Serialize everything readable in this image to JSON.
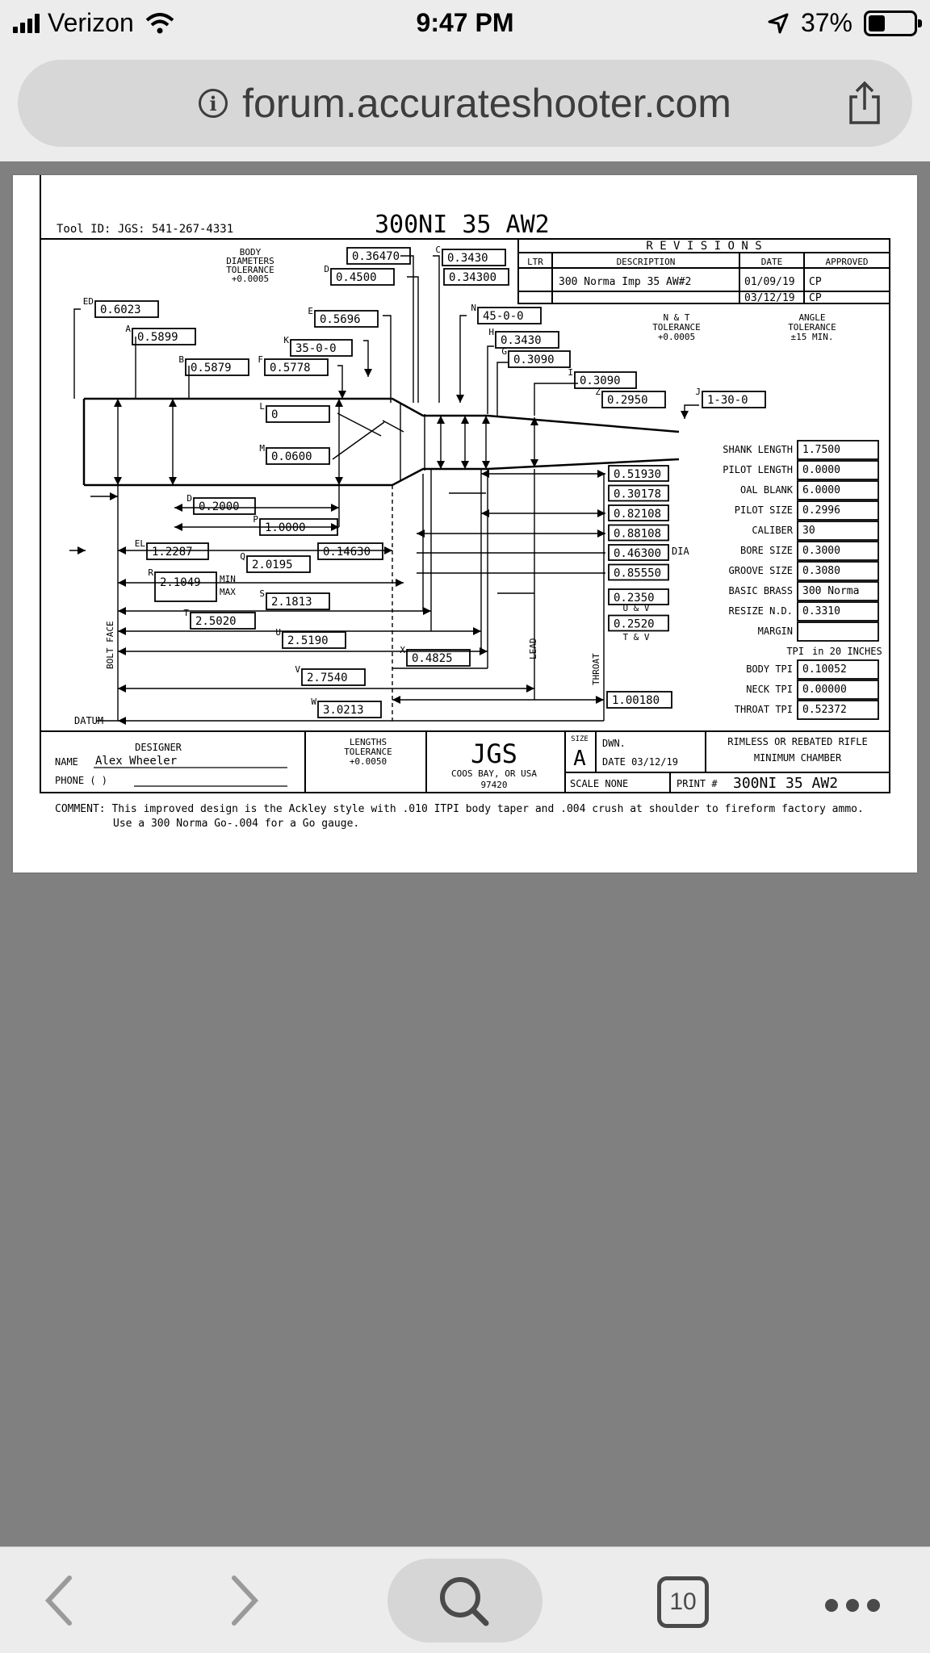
{
  "status_bar": {
    "carrier": "Verizon",
    "time": "9:47 PM",
    "battery_text": "37%",
    "battery_level": 0.37
  },
  "browser": {
    "url": "forum.accurateshooter.com",
    "tab_count": "10"
  },
  "drawing": {
    "tool_id": "Tool ID: JGS: 541-267-4331",
    "title": "300NI 35 AW2",
    "body_tol": [
      "BODY",
      "DIAMETERS",
      "TOLERANCE",
      "+0.0005"
    ],
    "revisions": {
      "header": "R E V I S I O N S",
      "columns": [
        "LTR",
        "DESCRIPTION",
        "DATE",
        "APPROVED"
      ],
      "rows": [
        {
          "ltr": "",
          "desc": "300 Norma Imp 35 AW#2",
          "date": "01/09/19",
          "appr": "CP"
        },
        {
          "ltr": "",
          "desc": "",
          "date": "03/12/19",
          "appr": "CP"
        }
      ]
    },
    "nt_tol": [
      "N & T",
      "TOLERANCE",
      "+0.0005"
    ],
    "angle_tol": [
      "ANGLE",
      "TOLERANCE",
      "±15 MIN."
    ],
    "dims": {
      "ed": {
        "letter": "ED",
        "value": "0.6023"
      },
      "a": {
        "letter": "A",
        "value": "0.5899"
      },
      "b": {
        "letter": "B",
        "value": "0.5879"
      },
      "f": {
        "letter": "F",
        "value": "0.5778"
      },
      "c1": {
        "letter": "",
        "value": "0.36470"
      },
      "c": {
        "letter": "C",
        "value": "0.3430"
      },
      "d1": {
        "letter": "D",
        "value": "0.4500"
      },
      "c2": {
        "letter": "",
        "value": "0.34300"
      },
      "e": {
        "letter": "E",
        "value": "0.5696"
      },
      "k": {
        "letter": "K",
        "value": "35-0-0"
      },
      "n": {
        "letter": "N",
        "value": "45-0-0"
      },
      "h": {
        "letter": "H",
        "value": "0.3430"
      },
      "g": {
        "letter": "G",
        "value": "0.3090"
      },
      "i": {
        "letter": "I",
        "value": "0.3090"
      },
      "z": {
        "letter": "Z",
        "value": "0.2950"
      },
      "j": {
        "letter": "J",
        "value": "1-30-0"
      },
      "l": {
        "letter": "L",
        "value": "0"
      },
      "m": {
        "letter": "M",
        "value": "0.0600"
      },
      "d": {
        "letter": "D",
        "value": "0.2000"
      },
      "p": {
        "letter": "P",
        "value": "1.0000"
      },
      "el": {
        "letter": "EL",
        "value": "1.2287"
      },
      "q": {
        "letter": "Q",
        "value": "2.0195"
      },
      "q2": {
        "letter": "",
        "value": "0.14630"
      },
      "r": {
        "letter": "R",
        "value": "2.1049",
        "min": "MIN",
        "max": "MAX"
      },
      "s": {
        "letter": "S",
        "value": "2.1813"
      },
      "t": {
        "letter": "T",
        "value": "2.5020"
      },
      "u": {
        "letter": "U",
        "value": "2.5190"
      },
      "x": {
        "letter": "X",
        "value": "0.4825"
      },
      "v": {
        "letter": "V",
        "value": "2.7540"
      },
      "w": {
        "letter": "W",
        "value": "3.0213"
      },
      "lead_end": {
        "letter": "",
        "value": "1.00180"
      }
    },
    "right_col_values": [
      "0.51930",
      "0.30178",
      "0.82108",
      "0.88108",
      "0.46300",
      "0.85550",
      "0.2350",
      "0.2520"
    ],
    "dia_label": "DIA",
    "uv_label": "U & V",
    "tv_label": "T & V",
    "vertical_labels": {
      "bolt_face": "BOLT FACE",
      "lead": "LEAD",
      "throat": "THROAT"
    },
    "datum": "DATUM",
    "spec_table": [
      {
        "label": "SHANK LENGTH",
        "value": "1.7500"
      },
      {
        "label": "PILOT LENGTH",
        "value": "0.0000"
      },
      {
        "label": "OAL BLANK",
        "value": "6.0000"
      },
      {
        "label": "PILOT SIZE",
        "value": "0.2996"
      },
      {
        "label": "CALIBER",
        "value": "30"
      },
      {
        "label": "BORE SIZE",
        "value": "0.3000"
      },
      {
        "label": "GROOVE SIZE",
        "value": "0.3080"
      },
      {
        "label": "BASIC BRASS",
        "value": "300 Norma"
      },
      {
        "label": "RESIZE N.D.",
        "value": "0.3310"
      },
      {
        "label": "MARGIN",
        "value": ""
      }
    ],
    "tpi_label": "TPI",
    "tpi_unit": "in 20 INCHES",
    "tpi_table": [
      {
        "label": "BODY TPI",
        "value": "0.10052"
      },
      {
        "label": "NECK TPI",
        "value": "0.00000"
      },
      {
        "label": "THROAT TPI",
        "value": "0.52372"
      }
    ],
    "title_block": {
      "designer": "DESIGNER",
      "name_label": "NAME",
      "name": "Alex Wheeler",
      "phone_label": "PHONE  (      )",
      "len_tol": [
        "LENGTHS",
        "TOLERANCE",
        "+0.0050"
      ],
      "logo": "JGS",
      "city": "COOS BAY, OR USA",
      "zip": "97420",
      "size_label": "SIZE",
      "size": "A",
      "dwn": "DWN.",
      "date": "DATE 03/12/19",
      "scale": "SCALE   NONE",
      "desc1": "RIMLESS OR REBATED RIFLE",
      "desc2": "MINIMUM CHAMBER",
      "print_label": "PRINT #",
      "print": "300NI 35 AW2"
    },
    "comment1": "COMMENT: This improved design is the Ackley style with .010 ITPI body taper and .004 crush at shoulder to fireform factory ammo.",
    "comment2": "Use a 300 Norma Go-.004 for a Go gauge."
  }
}
